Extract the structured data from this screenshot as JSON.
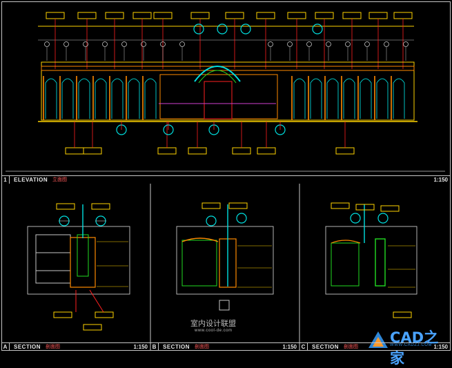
{
  "panels": {
    "elevation": {
      "number": "1",
      "title": "ELEVATION",
      "subtitle": "立面图",
      "scale": "1:150"
    },
    "section_a": {
      "letter": "A",
      "title": "SECTION",
      "subtitle": "剖面图",
      "scale": "1:150"
    },
    "section_b": {
      "letter": "B",
      "title": "SECTION",
      "subtitle": "剖面图",
      "scale": "1:150"
    },
    "section_c": {
      "letter": "C",
      "title": "SECTION",
      "subtitle": "剖面图",
      "scale": "1:150"
    }
  },
  "watermarks": {
    "interior": "室内设计联盟",
    "interior_url": "www.cool-de.com",
    "cad_brand": "CAD之家",
    "cad_url": "WWW.CADZJ.COM"
  },
  "colors": {
    "background": "#000000",
    "frame": "#c8c8c8",
    "yellow": "#ffd400",
    "red": "#ff2020",
    "cyan": "#00e0e0",
    "green": "#22dd22",
    "orange": "#ff8a00",
    "magenta": "#d040d0",
    "blue": "#3050ff"
  }
}
